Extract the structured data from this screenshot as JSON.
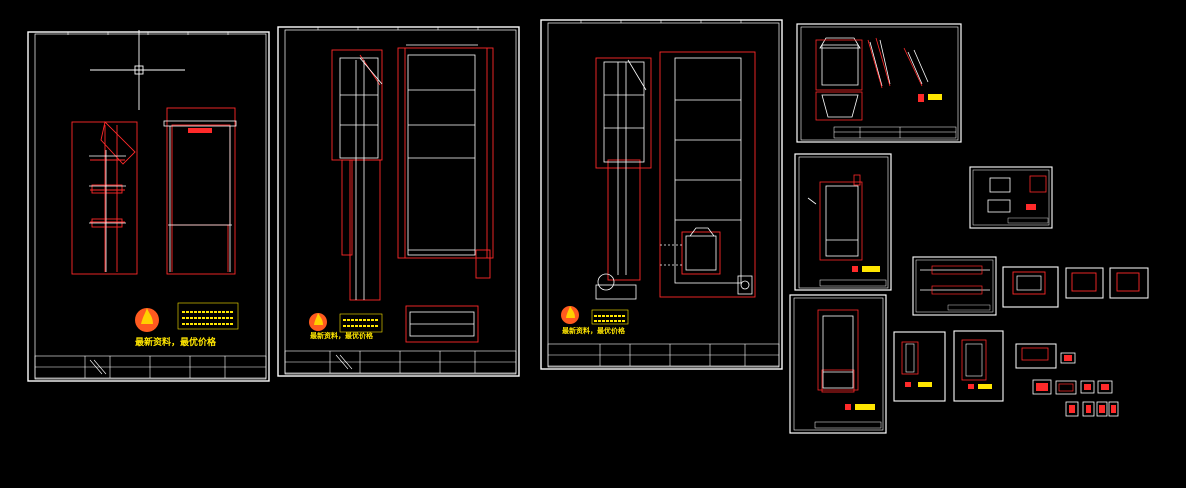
{
  "app": {
    "name": "CAD drawing canvas",
    "background": "#000000"
  },
  "colors": {
    "frame": "#ffffff",
    "geometry": "#ff2a2a",
    "dimension": "#ffffff",
    "annotation": "#ffe600",
    "logo": "#ff5a1f",
    "cursor": "#ffffff"
  },
  "sheets": [
    {
      "id": "sheet-1",
      "title_text": "最新资料，最优价格",
      "note_text": "…"
    },
    {
      "id": "sheet-2",
      "title_text": "最新资料，最优价格",
      "note_text": "…"
    },
    {
      "id": "sheet-3",
      "title_text": "最新资料，最优价格",
      "note_text": "…"
    }
  ],
  "logo_icon": "flame-logo-icon",
  "cursor_icon": "crosshair-cursor-icon"
}
